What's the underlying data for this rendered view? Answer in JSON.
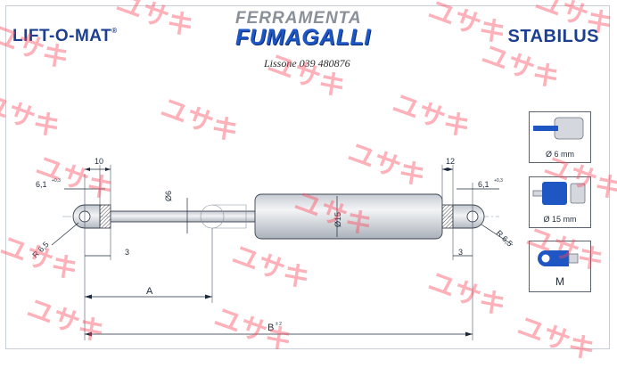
{
  "header": {
    "brand_left": "LIFT-O-MAT",
    "brand_left_reg": "®",
    "brand_right": "STABILUS",
    "logo_top": "FERRAMENTA",
    "logo_main": "FUMAGALLI",
    "logo_sub": "Lissone 039 480876"
  },
  "dimensions": {
    "left_eye_width": "10",
    "left_hole": "6,1",
    "left_hole_tol": "+0,3",
    "left_radius": "R 6,5",
    "rod_diameter": "Ø6",
    "left_offset": "3",
    "body_diameter": "Ø15",
    "right_eye_width": "12",
    "right_hole": "6,1",
    "right_hole_tol": "+0,3",
    "right_radius": "R 6,5",
    "right_offset": "3",
    "stroke_label": "A",
    "length_label": "B",
    "length_tol": "± 2"
  },
  "legend": {
    "rod": "Ø 6 mm",
    "body": "Ø 15 mm",
    "mount": "M"
  },
  "watermark": {
    "text": "ユサキ"
  },
  "colors": {
    "brand": "#1d3f8f",
    "accent": "#1e56c4",
    "watermark": "#ff465a",
    "line": "#1e2a3a"
  }
}
